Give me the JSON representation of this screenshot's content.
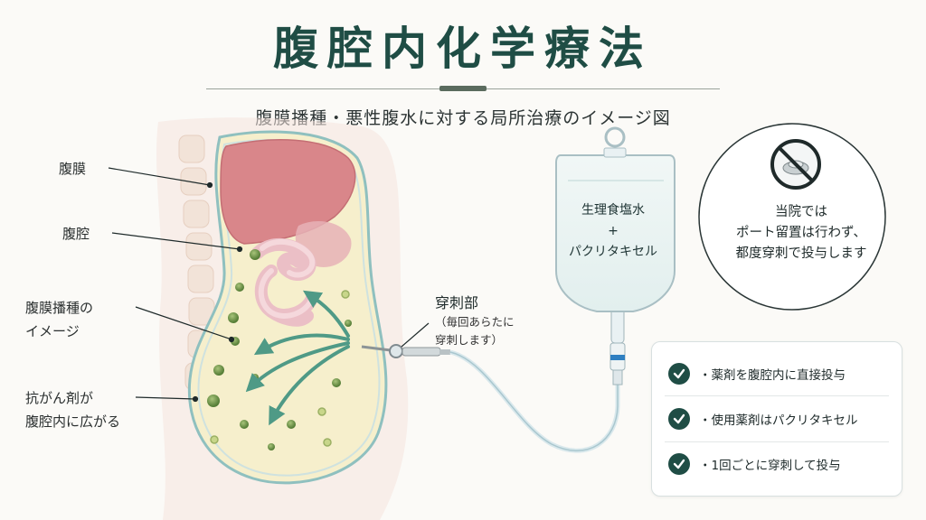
{
  "title": "腹腔内化学療法",
  "subtitle": "腹膜播種・悪性腹水に対する局所治療のイメージ図",
  "labels": {
    "peritoneum": "腹膜",
    "cavity": "腹腔",
    "dissemination_line1": "腹膜播種の",
    "dissemination_line2": "イメージ",
    "spread_line1": "抗がん剤が",
    "spread_line2": "腹腔内に広がる"
  },
  "iv_bag": {
    "line1": "生理食塩水",
    "line2": "+",
    "line3": "パクリタキセル"
  },
  "puncture": {
    "title": "穿刺部",
    "note_line1": "（毎回あらたに",
    "note_line2": "穿刺します）"
  },
  "no_port": {
    "line1": "当院では",
    "line2": "ポート留置は行わず、",
    "line3": "都度穿刺で投与します"
  },
  "points": [
    "・薬剤を腹腔内に直接投与",
    "・使用薬剤はパクリタキセル",
    "・1回ごとに穿刺して投与"
  ],
  "colors": {
    "accent": "#1f4d45",
    "arrow": "#4f9a86",
    "liver": "#d9868a",
    "fluid": "#f6efcc",
    "nodule": "#6f9a4a"
  },
  "icons": {
    "check": "check-icon",
    "no_port": "no-port-icon"
  }
}
